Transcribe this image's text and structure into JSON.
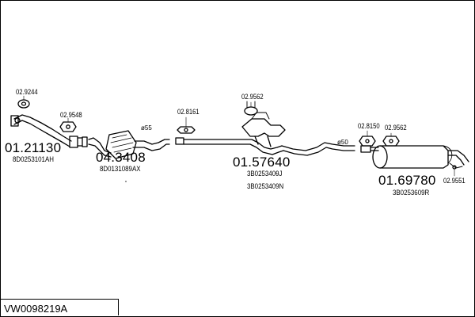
{
  "diagram": {
    "reference_code": "VW0098219A",
    "parts": [
      {
        "number": "01.21130",
        "oem": [
          "8D0253101AH"
        ]
      },
      {
        "number": "04.3408",
        "oem": [
          "8D0131089AX"
        ]
      },
      {
        "number": "01.57640",
        "oem": [
          "3B0253409J",
          "3B0253409N"
        ]
      },
      {
        "number": "01.69780",
        "oem": [
          "3B0253609R"
        ]
      }
    ],
    "accessories": [
      {
        "number": "02.9244"
      },
      {
        "number": "02.9548"
      },
      {
        "number": "02.8161"
      },
      {
        "number": "02.9562"
      },
      {
        "number": "02.8150"
      },
      {
        "number": "02.9562"
      },
      {
        "number": "02.9551"
      }
    ],
    "diameters": [
      "ø55",
      "ø50"
    ]
  }
}
